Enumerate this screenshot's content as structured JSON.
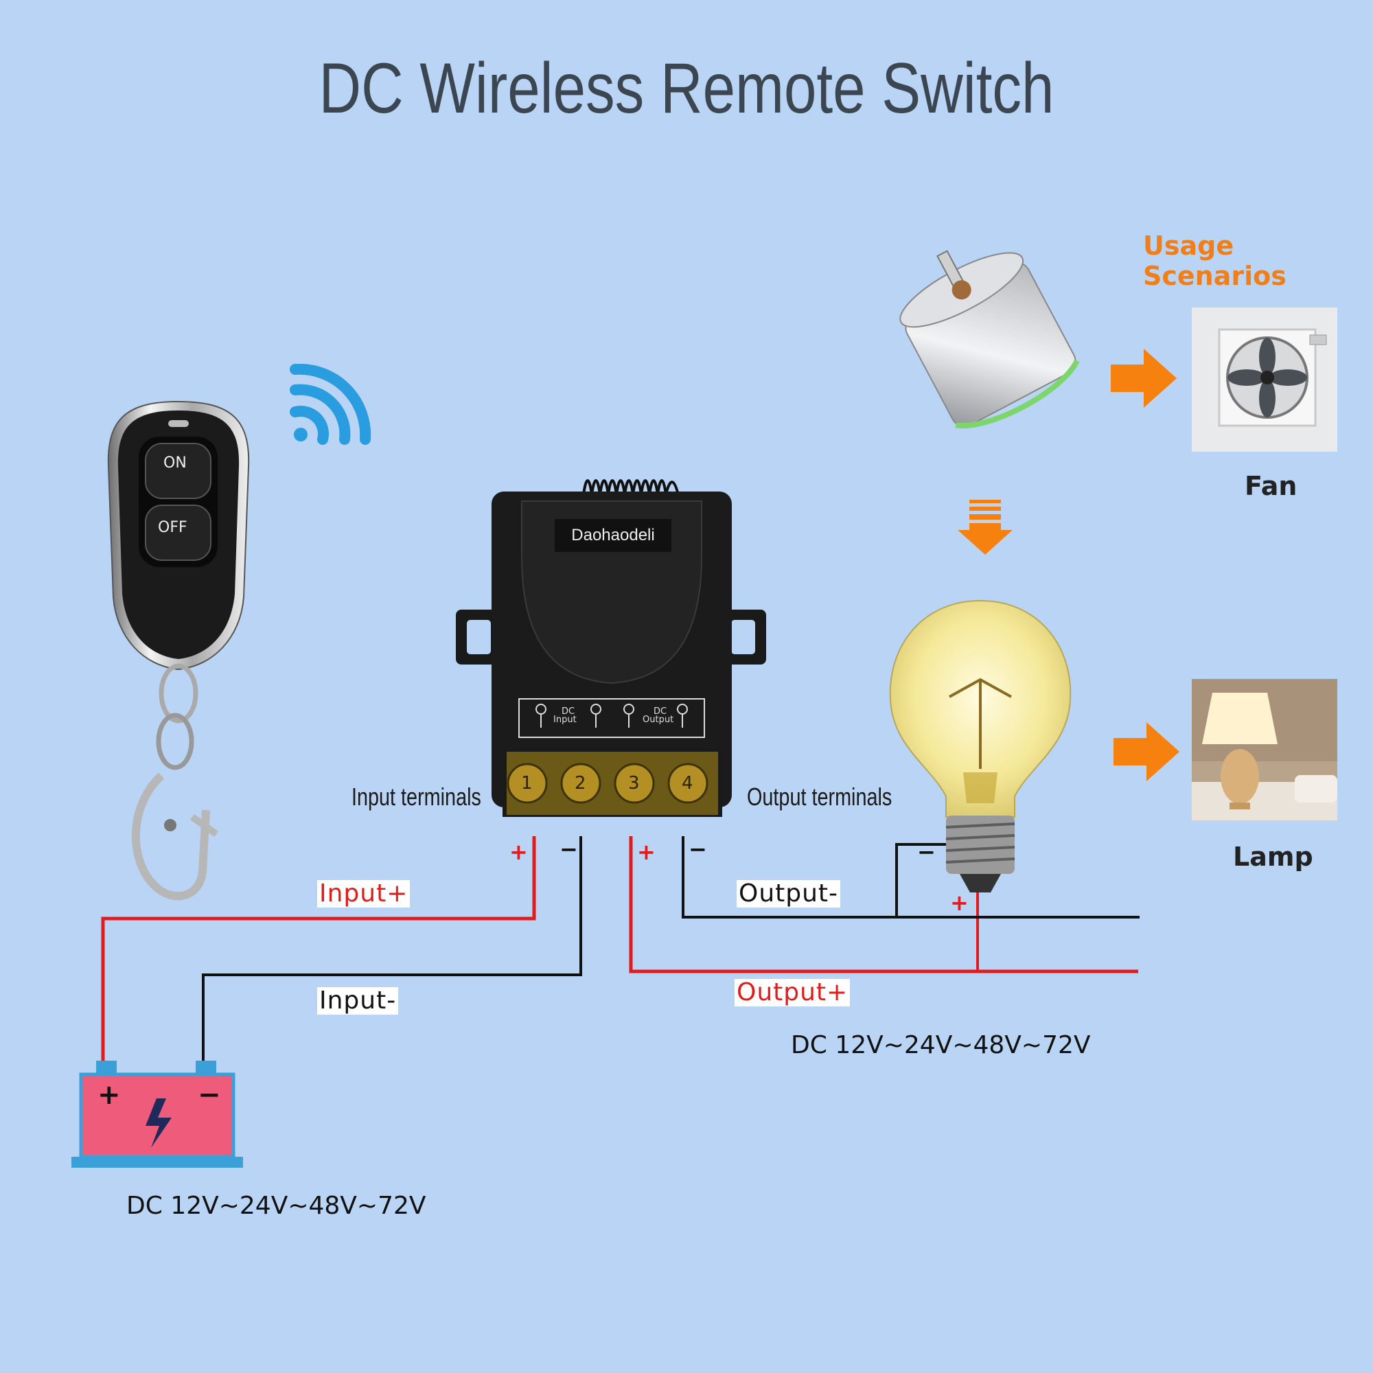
{
  "title": "DC Wireless Remote Switch",
  "remote": {
    "on_label": "ON",
    "off_label": "OFF"
  },
  "receiver": {
    "brand": "Daohaodeli",
    "panel_dc_1": "DC",
    "panel_input": "Input",
    "panel_dc_2": "DC",
    "panel_output": "Output",
    "terminal_numbers": [
      "1",
      "2",
      "3",
      "4"
    ]
  },
  "labels": {
    "input_terminals": "Input terminals",
    "output_terminals": "Output terminals",
    "input_plus": "Input+",
    "input_minus": "Input-",
    "output_plus": "Output+",
    "output_minus": "Output-",
    "voltage_input": "DC 12V~24V~48V~72V",
    "voltage_output": "DC 12V~24V~48V~72V",
    "plus": "+",
    "minus": "−",
    "bulb_plus": "+",
    "bulb_minus": "−",
    "battery_plus": "+",
    "battery_minus": "−"
  },
  "usage": {
    "heading": "Usage Scenarios",
    "items": [
      {
        "label": "Fan"
      },
      {
        "label": "Lamp"
      }
    ]
  },
  "colors": {
    "background": "#b9d4f5",
    "wire_positive": "#e01c1c",
    "wire_negative": "#111111",
    "arrow": "#f7810f",
    "wifi": "#2a9de0",
    "battery": "#ef5b7a"
  }
}
